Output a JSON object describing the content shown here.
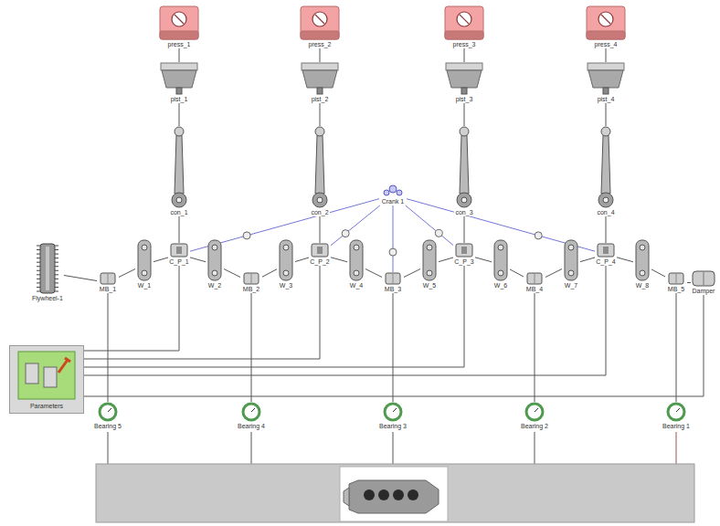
{
  "diagram": {
    "nodes": [
      {
        "text": [
          "press_1"
        ]
      },
      {
        "text": [
          "press_2"
        ]
      },
      {
        "text": [
          "press_3"
        ]
      },
      {
        "text": [
          "press_4"
        ]
      },
      {
        "text": [
          "pist_1"
        ]
      },
      {
        "text": [
          "pist_2"
        ]
      },
      {
        "text": [
          "pist_3"
        ]
      },
      {
        "text": [
          "pist_4"
        ]
      },
      {
        "text": [
          "con_1"
        ]
      },
      {
        "text": [
          "con_2"
        ]
      },
      {
        "text": [
          "con_3"
        ]
      },
      {
        "text": [
          "con_4"
        ]
      },
      {
        "text": [
          "Crank 1"
        ]
      },
      {
        "text": [
          "Flywheel-1"
        ]
      },
      {
        "text": [
          "MB_1"
        ]
      },
      {
        "text": [
          "W_1"
        ]
      },
      {
        "text": [
          "C_P_1"
        ]
      },
      {
        "text": [
          "W_2"
        ]
      },
      {
        "text": [
          "MB_2"
        ]
      },
      {
        "text": [
          "W_3"
        ]
      },
      {
        "text": [
          "C_P_2"
        ]
      },
      {
        "text": [
          "W_4"
        ]
      },
      {
        "text": [
          "MB_3"
        ]
      },
      {
        "text": [
          "W_5"
        ]
      },
      {
        "text": [
          "C_P_3"
        ]
      },
      {
        "text": [
          "W_6"
        ]
      },
      {
        "text": [
          "MB_4"
        ]
      },
      {
        "text": [
          "W_7"
        ]
      },
      {
        "text": [
          "C_P_4"
        ]
      },
      {
        "text": [
          "W_8"
        ]
      },
      {
        "text": [
          "MB_5"
        ]
      },
      {
        "text": [
          "Damper"
        ]
      },
      {
        "text": [
          "Parameters"
        ]
      },
      {
        "text": [
          "Bearing 5"
        ]
      },
      {
        "text": [
          "Bearing 4"
        ]
      },
      {
        "text": [
          "Bearing 3"
        ]
      },
      {
        "text": [
          "Bearing 2"
        ]
      },
      {
        "text": [
          "Bearing 1"
        ]
      }
    ],
    "edges": [
      {
        "from": 0,
        "to": 4,
        "arrow": "none"
      },
      {
        "from": 1,
        "to": 5,
        "arrow": "none"
      },
      {
        "from": 2,
        "to": 6,
        "arrow": "none"
      },
      {
        "from": 3,
        "to": 7,
        "arrow": "none"
      },
      {
        "from": 4,
        "to": 8,
        "arrow": "none"
      },
      {
        "from": 5,
        "to": 9,
        "arrow": "none"
      },
      {
        "from": 6,
        "to": 10,
        "arrow": "none"
      },
      {
        "from": 7,
        "to": 11,
        "arrow": "none"
      },
      {
        "from": 8,
        "to": 16,
        "arrow": "none"
      },
      {
        "from": 9,
        "to": 20,
        "arrow": "none"
      },
      {
        "from": 10,
        "to": 24,
        "arrow": "none"
      },
      {
        "from": 11,
        "to": 28,
        "arrow": "none"
      },
      {
        "from": 13,
        "to": 14,
        "arrow": "none"
      },
      {
        "from": 14,
        "to": 15,
        "arrow": "none"
      },
      {
        "from": 15,
        "to": 16,
        "arrow": "none"
      },
      {
        "from": 16,
        "to": 17,
        "arrow": "none"
      },
      {
        "from": 17,
        "to": 18,
        "arrow": "none"
      },
      {
        "from": 18,
        "to": 19,
        "arrow": "none"
      },
      {
        "from": 19,
        "to": 20,
        "arrow": "none"
      },
      {
        "from": 20,
        "to": 21,
        "arrow": "none"
      },
      {
        "from": 21,
        "to": 22,
        "arrow": "none"
      },
      {
        "from": 22,
        "to": 23,
        "arrow": "none"
      },
      {
        "from": 23,
        "to": 24,
        "arrow": "none"
      },
      {
        "from": 24,
        "to": 25,
        "arrow": "none"
      },
      {
        "from": 25,
        "to": 26,
        "arrow": "none"
      },
      {
        "from": 26,
        "to": 27,
        "arrow": "none"
      },
      {
        "from": 27,
        "to": 28,
        "arrow": "none"
      },
      {
        "from": 28,
        "to": 29,
        "arrow": "none"
      },
      {
        "from": 29,
        "to": 30,
        "arrow": "none"
      },
      {
        "from": 30,
        "to": 31,
        "arrow": "none"
      },
      {
        "from": 12,
        "to": 16,
        "arrow": "none"
      },
      {
        "from": 12,
        "to": 20,
        "arrow": "none"
      },
      {
        "from": 12,
        "to": 22,
        "arrow": "none"
      },
      {
        "from": 12,
        "to": 24,
        "arrow": "none"
      },
      {
        "from": 12,
        "to": 28,
        "arrow": "none"
      },
      {
        "from": 32,
        "to": 16,
        "arrow": "none"
      },
      {
        "from": 32,
        "to": 20,
        "arrow": "none"
      },
      {
        "from": 32,
        "to": 24,
        "arrow": "none"
      },
      {
        "from": 32,
        "to": 28,
        "arrow": "none"
      },
      {
        "from": 32,
        "to": 31,
        "arrow": "none"
      },
      {
        "from": 14,
        "to": 33,
        "arrow": "none"
      },
      {
        "from": 18,
        "to": 34,
        "arrow": "none"
      },
      {
        "from": 22,
        "to": 35,
        "arrow": "none"
      },
      {
        "from": 26,
        "to": 36,
        "arrow": "none"
      },
      {
        "from": 30,
        "to": 37,
        "arrow": "none"
      }
    ]
  }
}
